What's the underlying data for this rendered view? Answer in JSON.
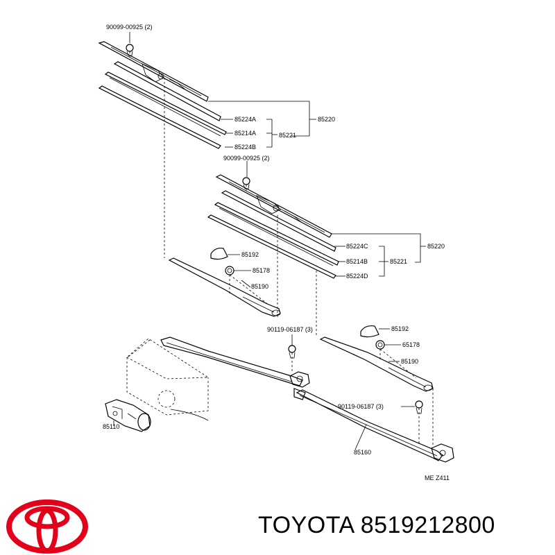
{
  "callouts": {
    "bolt_top_left": "90099-00925 (2)",
    "bolt_top_right": "90099-00925 (2)",
    "blade_l_insert_a": "85224A",
    "blade_l_rubber": "85214A",
    "blade_l_insert_b": "85224B",
    "blade_l_refill": "85221",
    "blade_l_assy": "85220",
    "blade_r_insert_c": "85224C",
    "blade_r_rubber": "85214B",
    "blade_r_insert_d": "85224D",
    "blade_r_refill": "85221",
    "blade_r_assy": "85220",
    "cap_left": "85192",
    "nut_left": "85178",
    "arm_left": "85190",
    "nut_bolt_left": "90119-06187 (3)",
    "cap_right": "85192",
    "nut_right": "65178",
    "arm_right": "85190",
    "nut_bolt_right": "90119-06187 (3)",
    "motor": "85110",
    "link": "85160",
    "diagram_code": "ME  Z411"
  },
  "footer": {
    "brand": "TOYOTA",
    "part_number": "8519212800",
    "logo_color": "#e2001a"
  }
}
